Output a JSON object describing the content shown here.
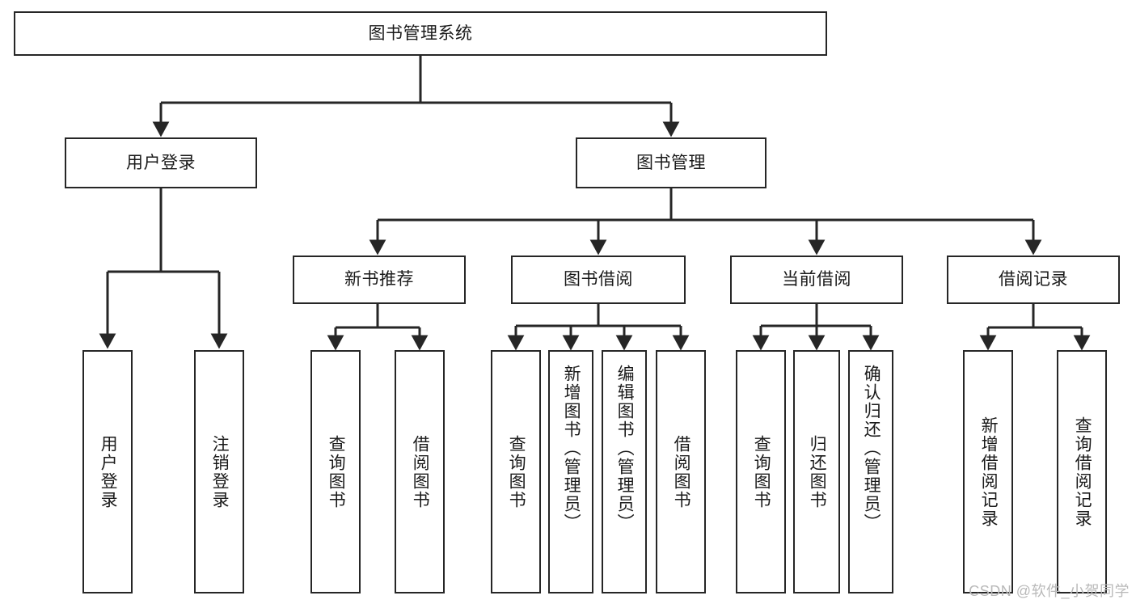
{
  "diagram": {
    "title": "图书管理系统",
    "watermark": "CSDN @软件_小贺同学",
    "line_color": "#262626",
    "box_fill": "#ffffff",
    "text_color": "#1a1a1a",
    "nodes": {
      "root": "图书管理系统",
      "user_login": "用户登录",
      "book_manage": "图书管理",
      "new_book_rec": "新书推荐",
      "book_borrow": "图书借阅",
      "current_borrow": "当前借阅",
      "borrow_record": "借阅记录",
      "leaf_user_login": "用户登录",
      "leaf_logout": "注销登录",
      "leaf_query_book_1": "查询图书",
      "leaf_borrow_book_1": "借阅图书",
      "leaf_query_book_2": "查询图书",
      "leaf_add_book": "新增图书（管理员）",
      "leaf_edit_book": "编辑图书（管理员）",
      "leaf_borrow_book_2": "借阅图书",
      "leaf_query_book_3": "查询图书",
      "leaf_return_book": "归还图书",
      "leaf_confirm_return": "确认归还（管理员）",
      "leaf_add_record": "新增借阅记录",
      "leaf_query_record": "查询借阅记录"
    }
  }
}
